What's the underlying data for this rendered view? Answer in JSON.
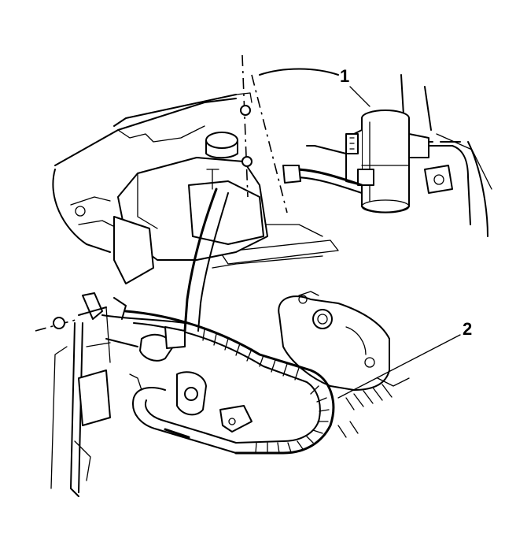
{
  "callouts": [
    {
      "label": "1",
      "part": "accumulator"
    },
    {
      "label": "2",
      "part": "hose-assembly"
    }
  ]
}
